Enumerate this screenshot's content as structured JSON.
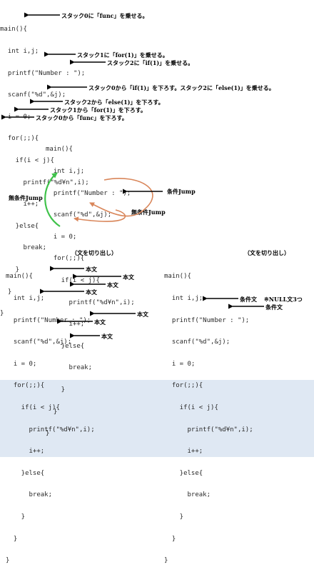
{
  "colors": {
    "orange": "#d9865a",
    "green": "#3fc24a",
    "arrow": "#000000",
    "lower_bg": "#dfe8f3"
  },
  "section1": {
    "code": [
      "main(){",
      "  int i,j;",
      "  printf(\"Number : \");",
      "  scanf(\"%d\",&j);",
      "  i = 0;",
      "  for(;;){",
      "    if(i < j){",
      "      printf(\"%d¥n\",i);",
      "      i++;",
      "    }else{",
      "      break;",
      "    }",
      "  }",
      "}"
    ],
    "notes": [
      "スタック0に「func」を乗せる。",
      "スタック1に「for(1)」を乗せる。",
      "スタック2に「if(1)」を乗せる。",
      "スタック0から「if(1)」を下ろす。スタック2に「else(1)」を乗せる。",
      "スタック2から「else(1)」を下ろす。",
      "スタック1から「for(1)」を下ろす。",
      "スタック0から「func」を下ろす。"
    ]
  },
  "section2": {
    "code": [
      "main(){",
      "  int i,j;",
      "  printf(\"Number : \");",
      "  scanf(\"%d\",&j);",
      "  i = 0;",
      "  for(;;){",
      "    if(i < j){",
      "      printf(\"%d¥n\",i);",
      "      i++;",
      "    }else{",
      "      break;",
      "    }",
      "  }",
      "}"
    ],
    "label_conditional": "条件Jump",
    "label_unconditional_left": "無条件Jump",
    "label_unconditional_bottom": "無条件Jump"
  },
  "section3": {
    "caption": "（文を切り出し）",
    "code": [
      "main(){",
      "  int i,j;",
      "  printf(\"Number : \");",
      "  scanf(\"%d\",&j);",
      "  i = 0;",
      "  for(;;){",
      "    if(i < j){",
      "      printf(\"%d¥n\",i);",
      "      i++;",
      "    }else{",
      "      break;",
      "    }",
      "  }",
      "}"
    ],
    "label": "本文"
  },
  "section4": {
    "caption": "（文を切り出し）",
    "code": [
      "main(){",
      "  int i,j;",
      "  printf(\"Number : \");",
      "  scanf(\"%d\",&j);",
      "  i = 0;",
      "  for(;;){",
      "    if(i < j){",
      "      printf(\"%d¥n\",i);",
      "      i++;",
      "    }else{",
      "      break;",
      "    }",
      "  }",
      "}"
    ],
    "label_cond": "条件文",
    "label_null": "※NULL文3つ"
  }
}
